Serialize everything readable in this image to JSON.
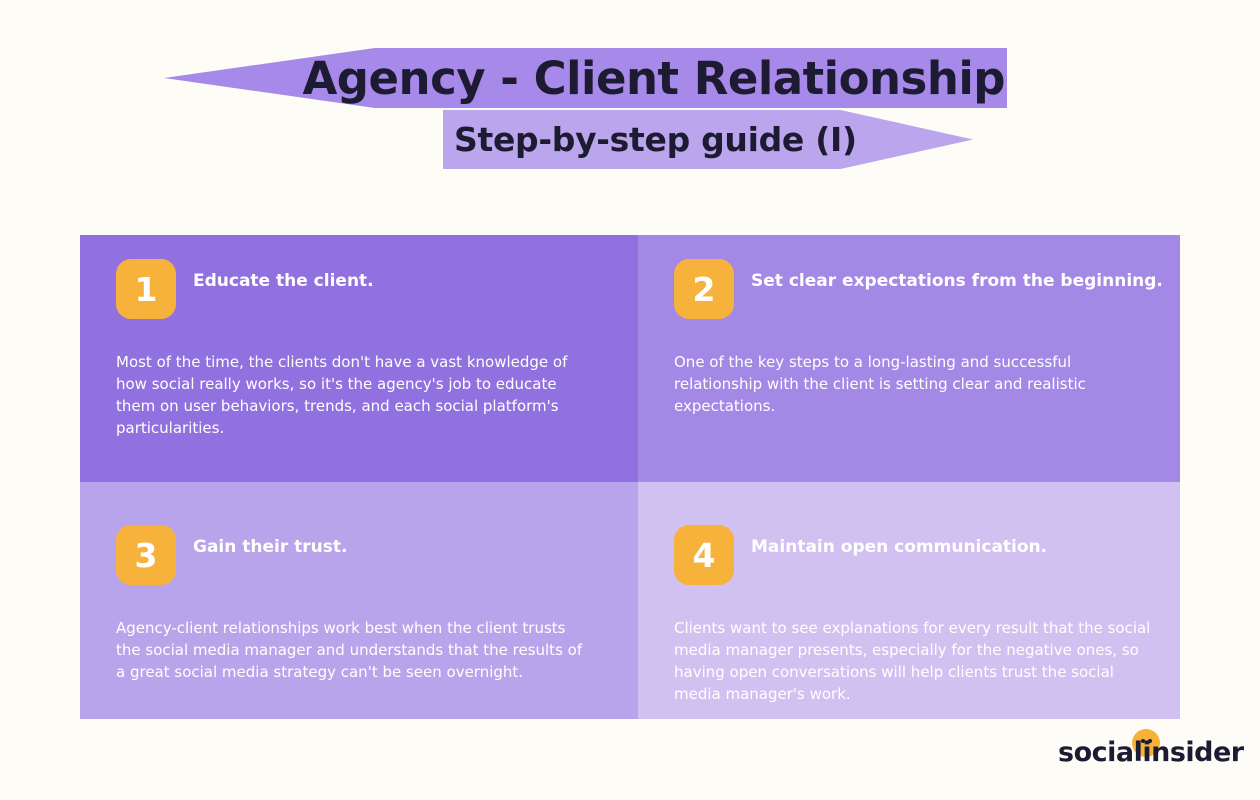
{
  "header": {
    "title": "Agency - Client Relationship",
    "subtitle": "Step-by-step guide (I)"
  },
  "steps": [
    {
      "number": "1",
      "title": "Educate the client.",
      "description": "Most of the time, the clients don't have a vast knowledge of how social really works, so it's the agency's job to educate them on user behaviors, trends, and each social platform's particularities."
    },
    {
      "number": "2",
      "title": "Set clear expectations from the beginning.",
      "description": "One of the key steps to a long-lasting and successful relationship with the client is setting clear and realistic expectations."
    },
    {
      "number": "3",
      "title": "Gain their trust.",
      "description": "Agency-client relationships work best when the client trusts the social media manager and understands that the results of a great social media strategy can't be seen overnight."
    },
    {
      "number": "4",
      "title": "Maintain open communication.",
      "description": "Clients want to see explanations for every result that the social media manager presents, especially for the negative ones, so having open conversations will help clients trust the social media manager's work."
    }
  ],
  "brand": {
    "name": "socialinsider"
  },
  "colors": {
    "background": "#fdfcf7",
    "title_banner": "#a689e8",
    "subtitle_banner": "#bba5ec",
    "card_1": "#9170df",
    "card_2": "#a388e6",
    "card_3": "#b8a4ea",
    "card_4": "#d1c1f1",
    "accent": "#f7b23b",
    "dark_text": "#1d1b31"
  }
}
